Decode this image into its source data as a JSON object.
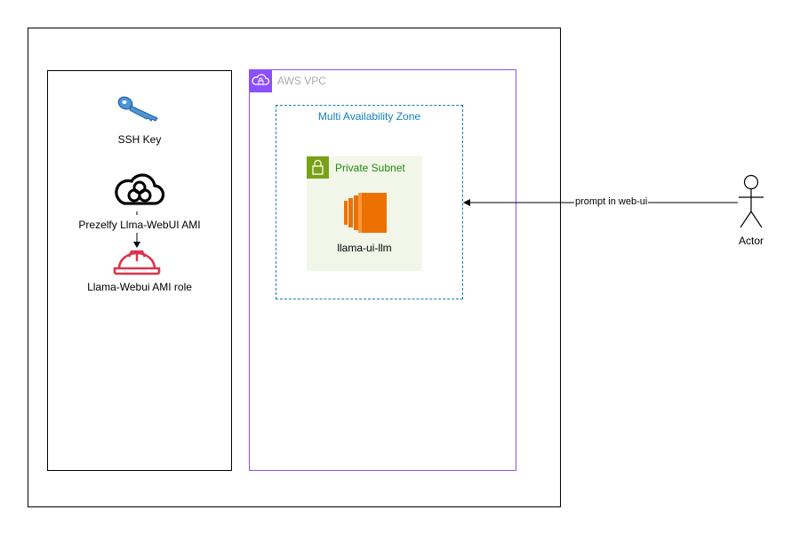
{
  "nodes": {
    "vpc": {
      "label": "AWS VPC"
    },
    "availability_zone": {
      "label": "Multi Availability Zone"
    },
    "subnet": {
      "label": "Private Subnet"
    },
    "ec2": {
      "label": "llama-ui-llm"
    },
    "ssh_key": {
      "label": "SSH Key"
    },
    "ami": {
      "label": "Prezelfy Llma-WebUI AMI"
    },
    "ami_role": {
      "label": "Llama-Webui AMI role"
    },
    "actor": {
      "label": "Actor"
    }
  },
  "edges": {
    "prompt": {
      "label": "prompt in web-ui",
      "from": "Actor",
      "to": "Multi Availability Zone"
    },
    "ami_to_role": {
      "from": "Prezelfy Llma-WebUI AMI",
      "to": "Llama-Webui AMI role"
    }
  },
  "colors": {
    "vpc": "#8c4fff",
    "availability_zone": "#147eba",
    "subnet_fill": "#f2f6e8",
    "subnet_accent": "#7aa116",
    "subnet_text": "#248814",
    "ec2": "#ed7100",
    "ssh_key": "#2d72b8",
    "iam_role": "#dd344c"
  },
  "icons": {
    "vpc": "vpc-cloud-lock-icon",
    "subnet": "padlock-icon",
    "ec2": "ec2-instance-icon",
    "ssh_key": "key-icon",
    "ami": "cloud-icon",
    "ami_role": "hard-hat-icon",
    "actor": "stick-figure-icon"
  }
}
